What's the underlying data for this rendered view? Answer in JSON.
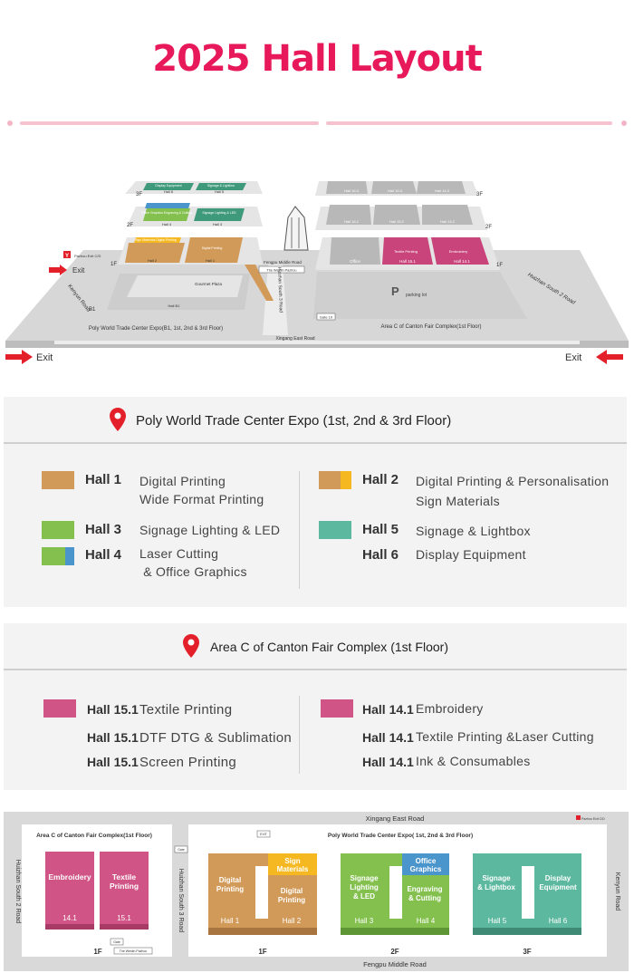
{
  "title": "2025 Hall Layout",
  "map3d": {
    "exit_cd": "Pazhou Exit C/D",
    "exit_label": "Exit",
    "exit_left": "Exit",
    "exit_right": "Exit",
    "kenyun_road": "Kenyun Road",
    "huizhan_south_3": "Huizhan South 3 Road",
    "huizhan_south_2": "Huizhan South 2 Road",
    "fengpu_middle": "Fengpu Middle Road",
    "xingang_east": "Xingang East Road",
    "westin": "The Westin Pazhou",
    "gate10": "Gate 10",
    "parking": "parking lot",
    "parking_icon": "P",
    "poly_caption": "Poly World Trade Center Expo(B1, 1st, 2nd & 3rd Floor)",
    "area_c_caption": "Area C of Canton Fair Complex(1st Floor)",
    "floors": {
      "f3": "3F",
      "f2": "2F",
      "f1": "1F",
      "b1": "B1"
    },
    "poly_3f": [
      {
        "top": "Display Equipment",
        "name": "Hall 6"
      },
      {
        "top": "Signage & Lightbox",
        "name": "Hall 5"
      }
    ],
    "poly_2f": [
      {
        "top": "Office Graphics Engraving & Cutting",
        "name": "Hall 4"
      },
      {
        "top": "Signage Lighting & LED",
        "name": "Hall 3"
      }
    ],
    "poly_1f": [
      {
        "top": "Sign Materials Digital Printing",
        "name": "Hall 2"
      },
      {
        "top": "Digital Printing",
        "name": "Hall 1"
      }
    ],
    "poly_b1": {
      "top": "Gourmet Plaza",
      "name": "Hall B1"
    },
    "c_3f": [
      "Hall 16.3",
      "Hall 15.3",
      "Hall 14.3"
    ],
    "c_2f": [
      "Hall 16.2",
      "Hall 15.2",
      "Hall 14.2"
    ],
    "c_1f": [
      {
        "top": "",
        "name": "Office"
      },
      {
        "top": "Textile Printing",
        "name": "Hall 15.1"
      },
      {
        "top": "Embroidery",
        "name": "Hall 14.1"
      }
    ]
  },
  "poly_section": {
    "heading": "Poly World Trade Center Expo (1st, 2nd & 3rd Floor)",
    "left": [
      {
        "hall": "Hall 1",
        "lines": [
          "Digital Printing",
          "Wide Format Printing"
        ]
      },
      {
        "hall": "Hall 3",
        "lines": [
          "Signage Lighting & LED"
        ]
      },
      {
        "hall": "Hall 4",
        "lines": [
          "Laser Cutting",
          " & Office Graphics"
        ]
      }
    ],
    "right": [
      {
        "hall": "Hall 2",
        "lines": [
          "Digital Printing & Personalisation",
          "Sign Materials"
        ]
      },
      {
        "hall": "Hall 5",
        "lines": [
          "Signage & Lightbox"
        ]
      },
      {
        "hall": "Hall 6",
        "lines": [
          "Display Equipment"
        ]
      }
    ]
  },
  "area_c_section": {
    "heading": "Area C of Canton Fair Complex (1st Floor)",
    "left": [
      {
        "hall": "Hall 15.1",
        "text": "Textile Printing"
      },
      {
        "hall": "Hall 15.1",
        "text": "DTF DTG & Sublimation"
      },
      {
        "hall": "Hall 15.1",
        "text": "Screen Printing"
      }
    ],
    "right": [
      {
        "hall": "Hall 14.1",
        "text": "Embroidery"
      },
      {
        "hall": "Hall 14.1",
        "text": "Textile Printing &Laser Cutting"
      },
      {
        "hall": "Hall 14.1",
        "text": "Ink & Consumables"
      }
    ]
  },
  "floorplan": {
    "xingang": "Xingang East Road",
    "fengpu": "Fengpu Middle Road",
    "huizhan2": "Huizhan South 2 Road",
    "huizhan3": "Huizhan South 3 Road",
    "kenyun": "Kenyun Road",
    "area_c_title": "Area C of Canton Fair Complex(1st Floor)",
    "poly_title": "Poly World Trade Center Expo( 1st, 2nd & 3rd Floor)",
    "exit_cd": "Pazhou Exit C/D",
    "gate": "Gate",
    "exit_small": "EXIT",
    "westin": "The Westin Pazhou",
    "embroidery": "Embroidery",
    "embroidery_num": "14.1",
    "textile": "Textile Printing",
    "textile_num": "15.1",
    "f1a": "1F",
    "f1b": "1F",
    "f2": "2F",
    "f3": "3F",
    "dp1": "Digital Printing",
    "sign_mat": "Sign Materials",
    "dp2": "Digital Printing",
    "hall1": "Hall 1",
    "hall2": "Hall 2",
    "sll": "Signage Lighting & LED",
    "office_g": "Office Graphics",
    "engr": "Engraving & Cutting",
    "hall3": "Hall 3",
    "hall4": "Hall 4",
    "sl": "Signage & Lightbox",
    "de": "Display Equipment",
    "hall5": "Hall 5",
    "hall6": "Hall 6"
  },
  "colors": {
    "title": "#e8195a",
    "digital": "#d29a58",
    "sign_mat": "#f5b820",
    "signage_led": "#83c04e",
    "office": "#4a95cc",
    "teal": "#5cb89e",
    "magenta": "#d05485",
    "grey": "#cfcfcf",
    "arrow": "#e3202a"
  }
}
